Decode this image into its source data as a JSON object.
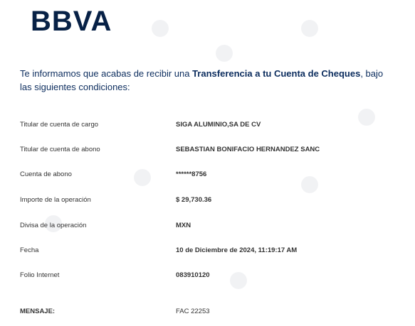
{
  "brand": {
    "name": "BBVA",
    "color": "#072146"
  },
  "intro": {
    "part1": "Te informamos que acabas de recibir una ",
    "highlight": "Transferencia a tu Cuenta de Cheques",
    "part2": ", bajo las siguientes condiciones:",
    "color": "#0c2d5e"
  },
  "details": [
    {
      "label": "Titular de cuenta de cargo",
      "value": "SIGA ALUMINIO,SA DE CV"
    },
    {
      "label": "Titular de cuenta de abono",
      "value": "SEBASTIAN BONIFACIO HERNANDEZ SANC"
    },
    {
      "label": "Cuenta de abono",
      "value": "******8756"
    },
    {
      "label": "Importe de la operación",
      "value": "$ 29,730.36"
    },
    {
      "label": "Divisa de la operación",
      "value": "MXN"
    },
    {
      "label": "Fecha",
      "value": "10 de Diciembre de 2024, 11:19:17 AM"
    },
    {
      "label": "Folio Internet",
      "value": "083910120"
    }
  ],
  "message": {
    "label": "MENSAJE:",
    "value": "FAC 22253"
  }
}
